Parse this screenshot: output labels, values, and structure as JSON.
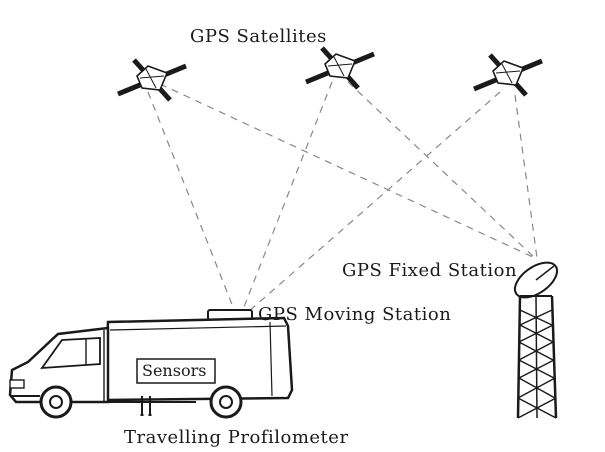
{
  "labels": {
    "satellites": "GPS Satellites",
    "fixed_station": "GPS Fixed Station",
    "moving_station": "GPS Moving Station",
    "sensors": "Sensors",
    "profilometer": "Travelling Profilometer"
  },
  "colors": {
    "ink": "#1a1a1a",
    "signal": "#888888",
    "background": "#ffffff"
  }
}
